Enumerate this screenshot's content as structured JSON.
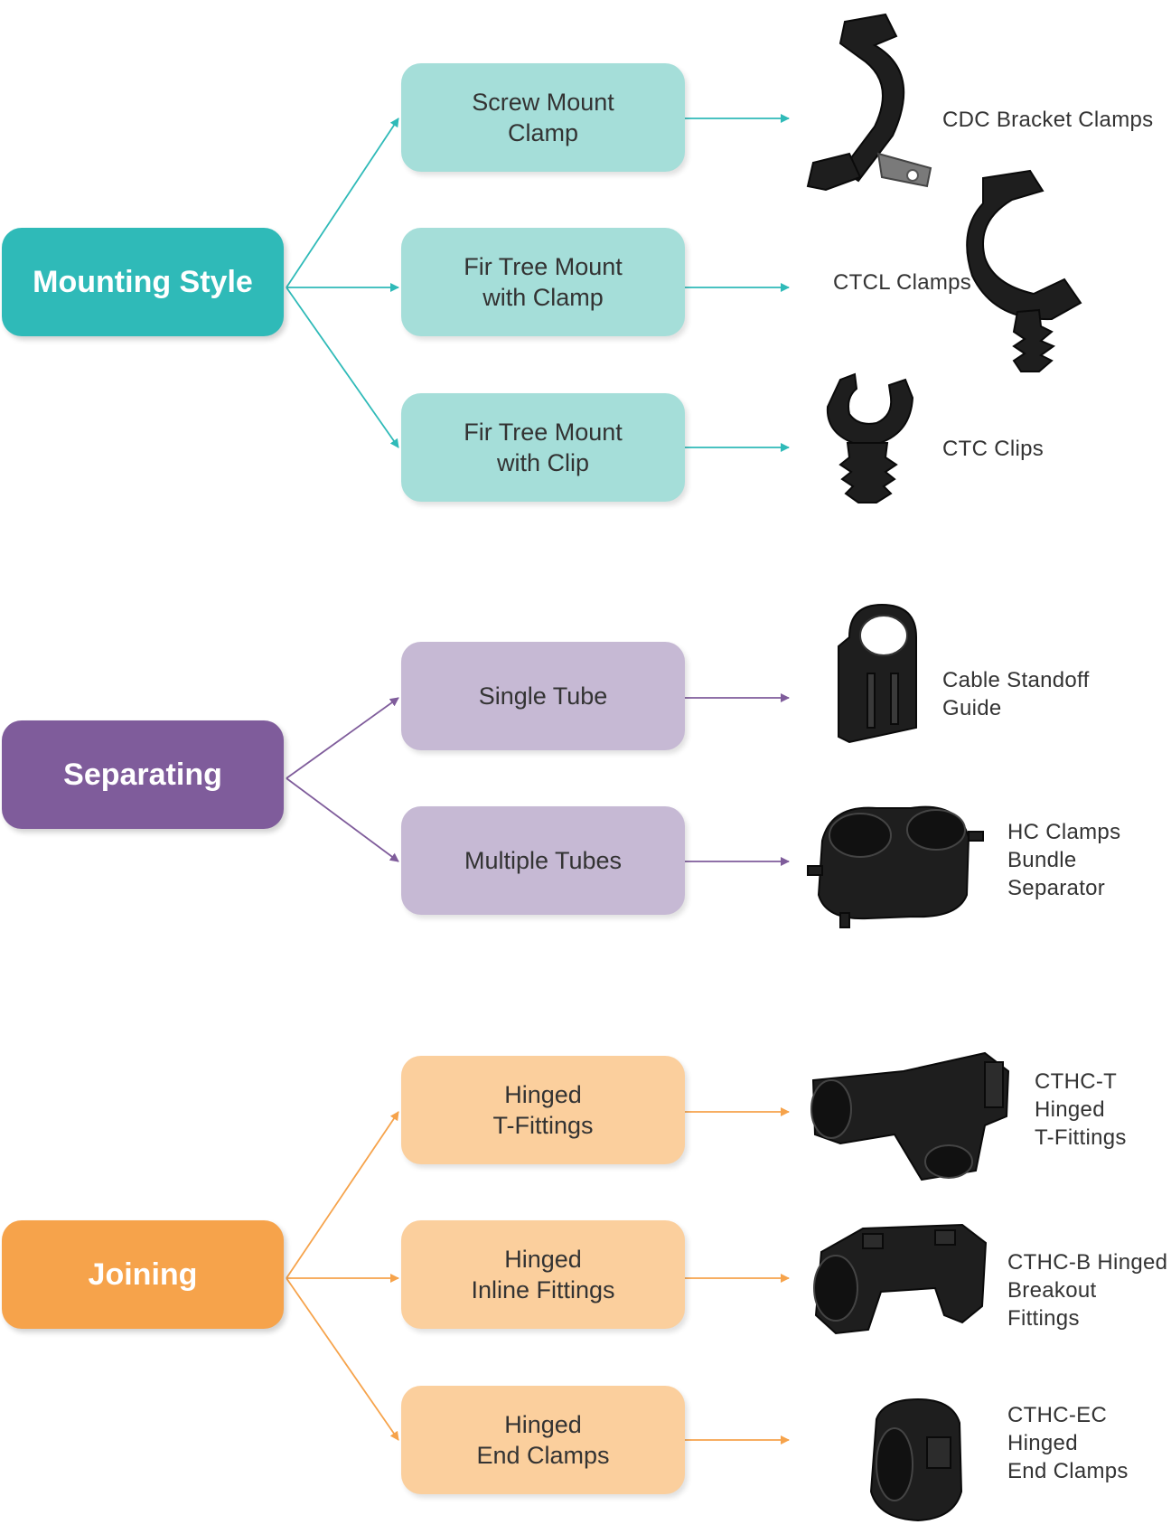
{
  "colors": {
    "teal": "#2fbab8",
    "teal_light": "#a5ded9",
    "purple": "#7f5c9b",
    "purple_light": "#c6b9d4",
    "orange": "#f6a34b",
    "orange_light": "#fbcf9d",
    "product": "#1c1c1c"
  },
  "groups": [
    {
      "category": "Mounting Style",
      "options": [
        {
          "label": "Screw Mount\nClamp",
          "product": "CDC Bracket Clamps",
          "icon": "bracket-clamp-icon"
        },
        {
          "label": "Fir Tree Mount\nwith Clamp",
          "product": "CTCL Clamps",
          "icon": "fir-tree-clamp-icon"
        },
        {
          "label": "Fir Tree Mount\nwith Clip",
          "product": "CTC Clips",
          "icon": "fir-tree-clip-icon"
        }
      ]
    },
    {
      "category": "Separating",
      "options": [
        {
          "label": "Single Tube",
          "product": "Cable Standoff\nGuide",
          "icon": "standoff-guide-icon"
        },
        {
          "label": "Multiple Tubes",
          "product": "HC Clamps\nBundle\nSeparator",
          "icon": "bundle-separator-icon"
        }
      ]
    },
    {
      "category": "Joining",
      "options": [
        {
          "label": "Hinged\nT-Fittings",
          "product": "CTHC-T\nHinged\nT-Fittings",
          "icon": "t-fitting-icon"
        },
        {
          "label": "Hinged\nInline Fittings",
          "product": "CTHC-B  Hinged\nBreakout Fittings",
          "icon": "inline-fitting-icon"
        },
        {
          "label": "Hinged\nEnd Clamps",
          "product": "CTHC-EC\nHinged\nEnd Clamps",
          "icon": "end-clamp-icon"
        }
      ]
    }
  ]
}
